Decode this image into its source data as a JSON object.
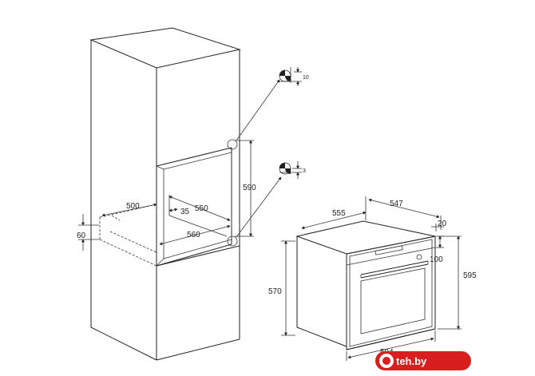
{
  "dimensions": {
    "cabinet_depth": "500",
    "cabinet_offset": "35",
    "niche_depth": "550",
    "niche_width": "560",
    "niche_height": "590",
    "vent_height": "60",
    "detail_top_gap": "10",
    "detail_bottom_gap": "3",
    "oven_depth": "555",
    "oven_body_depth": "547",
    "oven_front_thickness": "20",
    "oven_panel_height": "100",
    "oven_height": "595",
    "oven_body_height": "570",
    "oven_width": "594"
  },
  "watermark": {
    "text": "teh.by",
    "color": "#d81e1e"
  }
}
